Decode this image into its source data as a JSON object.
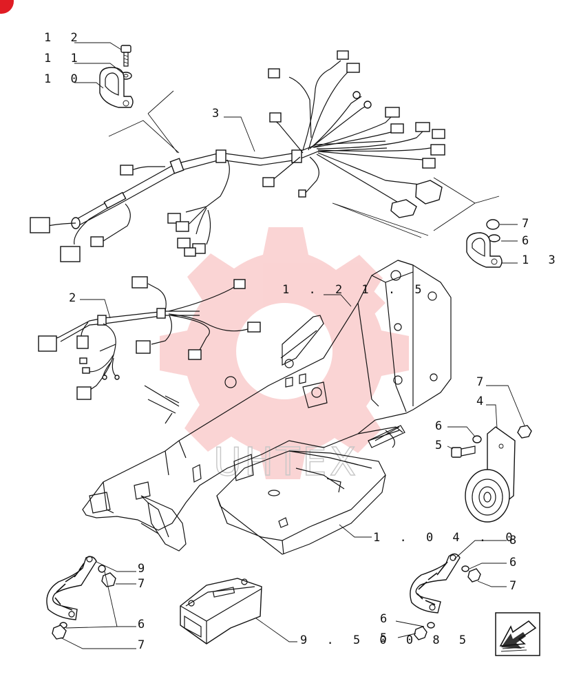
{
  "callouts": [
    {
      "id": "c12",
      "text": "1 2"
    },
    {
      "id": "c11",
      "text": "1 1"
    },
    {
      "id": "c10",
      "text": "1 0"
    },
    {
      "id": "c3",
      "text": "3"
    },
    {
      "id": "c2",
      "text": "2"
    },
    {
      "id": "c1215",
      "text": "1 . 2 1 . 5"
    },
    {
      "id": "c7a",
      "text": "7"
    },
    {
      "id": "c6a",
      "text": "6"
    },
    {
      "id": "c13",
      "text": "1 3"
    },
    {
      "id": "c7b",
      "text": "7"
    },
    {
      "id": "c4",
      "text": "4"
    },
    {
      "id": "c6b",
      "text": "6"
    },
    {
      "id": "c5a",
      "text": "5"
    },
    {
      "id": "c1040",
      "text": "1 . 0 4 . 0"
    },
    {
      "id": "c9",
      "text": "9"
    },
    {
      "id": "c7c",
      "text": "7"
    },
    {
      "id": "c6c",
      "text": "6"
    },
    {
      "id": "c7d",
      "text": "7"
    },
    {
      "id": "c8",
      "text": "8"
    },
    {
      "id": "c6d",
      "text": "6"
    },
    {
      "id": "c7e",
      "text": "7"
    },
    {
      "id": "c6e",
      "text": "6"
    },
    {
      "id": "c5b",
      "text": "5"
    },
    {
      "id": "c950085",
      "text": "9 . 5 0 0 8 5"
    }
  ],
  "watermark": {
    "text": "UHTEX",
    "color": "#f08080"
  },
  "colors": {
    "ink": "#111111",
    "background": "#ffffff",
    "watermark": "#f4a0a0",
    "corner_mark": "#e01c24"
  }
}
